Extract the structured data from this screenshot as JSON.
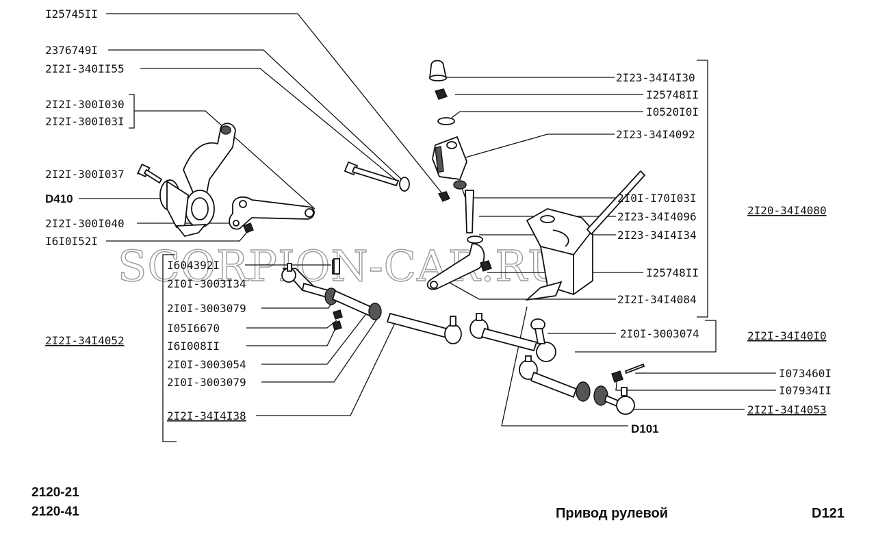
{
  "watermark": "SCORPION-CAR.RU",
  "labels": {
    "l1": "I25745II",
    "l2": "2376749I",
    "l3": "2I2I-340II55",
    "l4": "2I2I-300I030",
    "l5": "2I2I-300I03I",
    "l6": "2I2I-300I037",
    "l7": "D410",
    "l8": "2I2I-300I040",
    "l9": "I6I0I52I",
    "l10": "I604392I",
    "l11": "2I0I-3003I34",
    "l12": "2I0I-3003079",
    "l13": "I05I6670",
    "l14": "I6I008II",
    "l15": "2I0I-3003054",
    "l16": "2I0I-3003079",
    "l17": "2I2I-34I4052",
    "l18": "2I2I-34I4I38",
    "r1": "2I23-34I4I30",
    "r2": "I25748II",
    "r3": "I0520I0I",
    "r4": "2I23-34I4092",
    "r5": "2I0I-I70I03I",
    "r6": "2I23-34I4096",
    "r7": "2I23-34I4I34",
    "r8": "I25748II",
    "r9": "2I2I-34I4084",
    "r10": "2I0I-3003074",
    "r11": "I073460I",
    "r12": "I07934II",
    "r13": "2I2I-34I4053",
    "r14": "D101",
    "g1": "2I20-34I4080",
    "g2": "2I2I-34I40I0"
  },
  "footer": {
    "model1": "2120-21",
    "model2": "2120-41",
    "title": "Привод рулевой",
    "code": "D121"
  }
}
